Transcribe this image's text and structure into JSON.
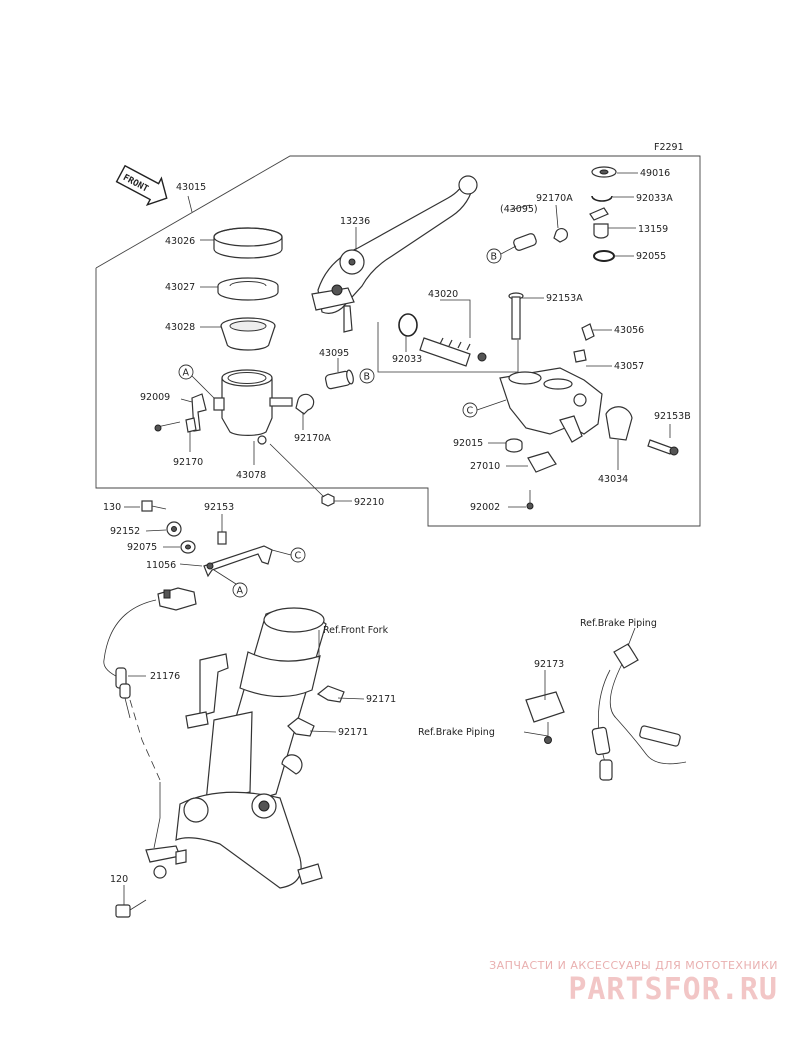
{
  "figure_code": "F2291",
  "front_label": "FRONT",
  "callouts": [
    "A",
    "B",
    "C"
  ],
  "parts": {
    "p43015": "43015",
    "p43026": "43026",
    "p43027": "43027",
    "p43028": "43028",
    "p92009": "92009",
    "p92170": "92170",
    "p43078": "43078",
    "p43095": "43095",
    "p92170A": "92170A",
    "p13236": "13236",
    "p92033": "92033",
    "p43020": "43020",
    "p43095b": "(43095)",
    "p92170A2": "92170A",
    "p49016": "49016",
    "p92033A": "92033A",
    "p13159": "13159",
    "p92055": "92055",
    "p92153A": "92153A",
    "p43056": "43056",
    "p43057": "43057",
    "p92153B": "92153B",
    "p92015": "92015",
    "p27010": "27010",
    "p43034": "43034",
    "p92002": "92002",
    "p92210": "92210",
    "p130": "130",
    "p92153": "92153",
    "p92152": "92152",
    "p92075": "92075",
    "p11056": "11056",
    "p21176": "21176",
    "p92171a": "92171",
    "p92171b": "92171",
    "p120": "120",
    "p92173": "92173"
  },
  "refs": {
    "front_fork": "Ref.Front Fork",
    "brake_piping_1": "Ref.Brake Piping",
    "brake_piping_2": "Ref.Brake Piping"
  },
  "watermark": {
    "subtitle": "ЗАПЧАСТИ И АКСЕССУАРЫ ДЛЯ МОТОТЕХНИКИ",
    "brand": "PARTSFOR.RU"
  }
}
